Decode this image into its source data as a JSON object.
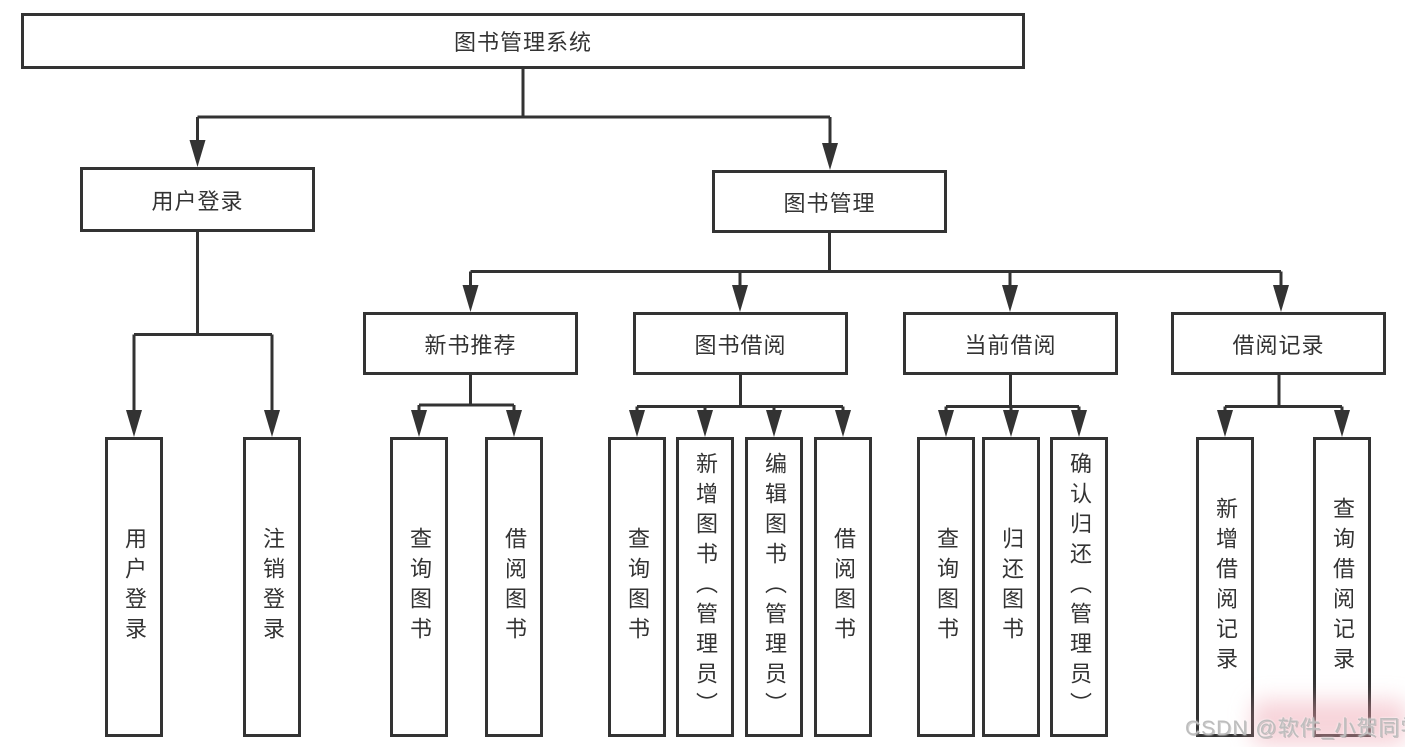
{
  "diagram": {
    "root": {
      "label": "图书管理系统"
    },
    "level2": {
      "user_login": {
        "label": "用户登录"
      },
      "book_management": {
        "label": "图书管理"
      }
    },
    "level3": {
      "new_book_recommend": {
        "label": "新书推荐"
      },
      "book_borrowing": {
        "label": "图书借阅"
      },
      "current_borrowing": {
        "label": "当前借阅"
      },
      "borrowing_records": {
        "label": "借阅记录"
      }
    },
    "leaves": {
      "user_login": {
        "label": "用户登录"
      },
      "logout": {
        "label": "注销登录"
      },
      "rec_query_books": {
        "label": "查询图书"
      },
      "rec_borrow_books": {
        "label": "借阅图书"
      },
      "bb_query_books": {
        "label": "查询图书"
      },
      "bb_add_books": {
        "label": "新增图书（管理员）"
      },
      "bb_edit_books": {
        "label": "编辑图书（管理员）"
      },
      "bb_borrow_books": {
        "label": "借阅图书"
      },
      "cb_query_books": {
        "label": "查询图书"
      },
      "cb_return_books": {
        "label": "归还图书"
      },
      "cb_confirm_return": {
        "label": "确认归还（管理员）"
      },
      "br_add_record": {
        "label": "新增借阅记录"
      },
      "br_query_record": {
        "label": "查询借阅记录"
      }
    }
  },
  "watermark": {
    "text": "CSDN @软件_小贺同学"
  },
  "colors": {
    "line": "#333333",
    "text": "#333333",
    "background": "#ffffff",
    "watermark_text": "#bababa",
    "watermark_haze": "#eea0ac"
  }
}
